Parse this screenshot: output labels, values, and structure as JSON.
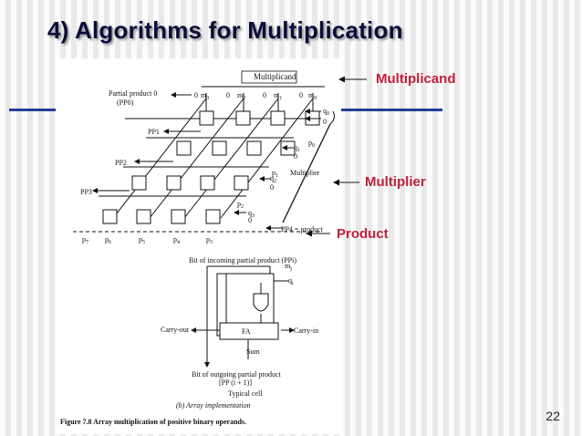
{
  "slide": {
    "title": "4) Algorithms for Multiplication",
    "page_number": "22"
  },
  "callouts": {
    "multiplicand": "Multiplicand",
    "multiplier": "Multiplier",
    "product": "Product"
  },
  "figure": {
    "array": {
      "multiplicand_label": "Multiplicand",
      "multiplier_label": "Multiplier",
      "partial_product_0": "Partial product 0",
      "pp0": "(PP0)",
      "pp1": "PP1",
      "pp2": "PP2",
      "pp3": "PP3",
      "pp4_product": "PP4 = product",
      "zero": "0",
      "m3": "m",
      "m2": "m",
      "m1": "m",
      "m0": "m",
      "q0": "q",
      "q1": "q",
      "q2": "q",
      "q3": "q",
      "p0": "p",
      "p1": "p",
      "p2": "p",
      "p3": "p",
      "p4": "p",
      "p5": "p",
      "p6": "p",
      "p7": "p",
      "sub": [
        "3",
        "2",
        "1",
        "0"
      ]
    },
    "cell": {
      "incoming_pp": "Bit of incoming partial product (PPi)",
      "mj": "m",
      "qi": "q",
      "carry_out": "Carry-out",
      "carry_in": "Carry-in",
      "fa": "FA",
      "sum": "Sum",
      "outgoing_pp_1": "Bit of outgoing partial product",
      "outgoing_pp_2": "[PP (i + 1)]",
      "typical_cell": "Typical cell"
    },
    "subcaption": "(b) Array implementation",
    "caption": "Figure 7.8  Array multiplication of positive binary operands."
  }
}
